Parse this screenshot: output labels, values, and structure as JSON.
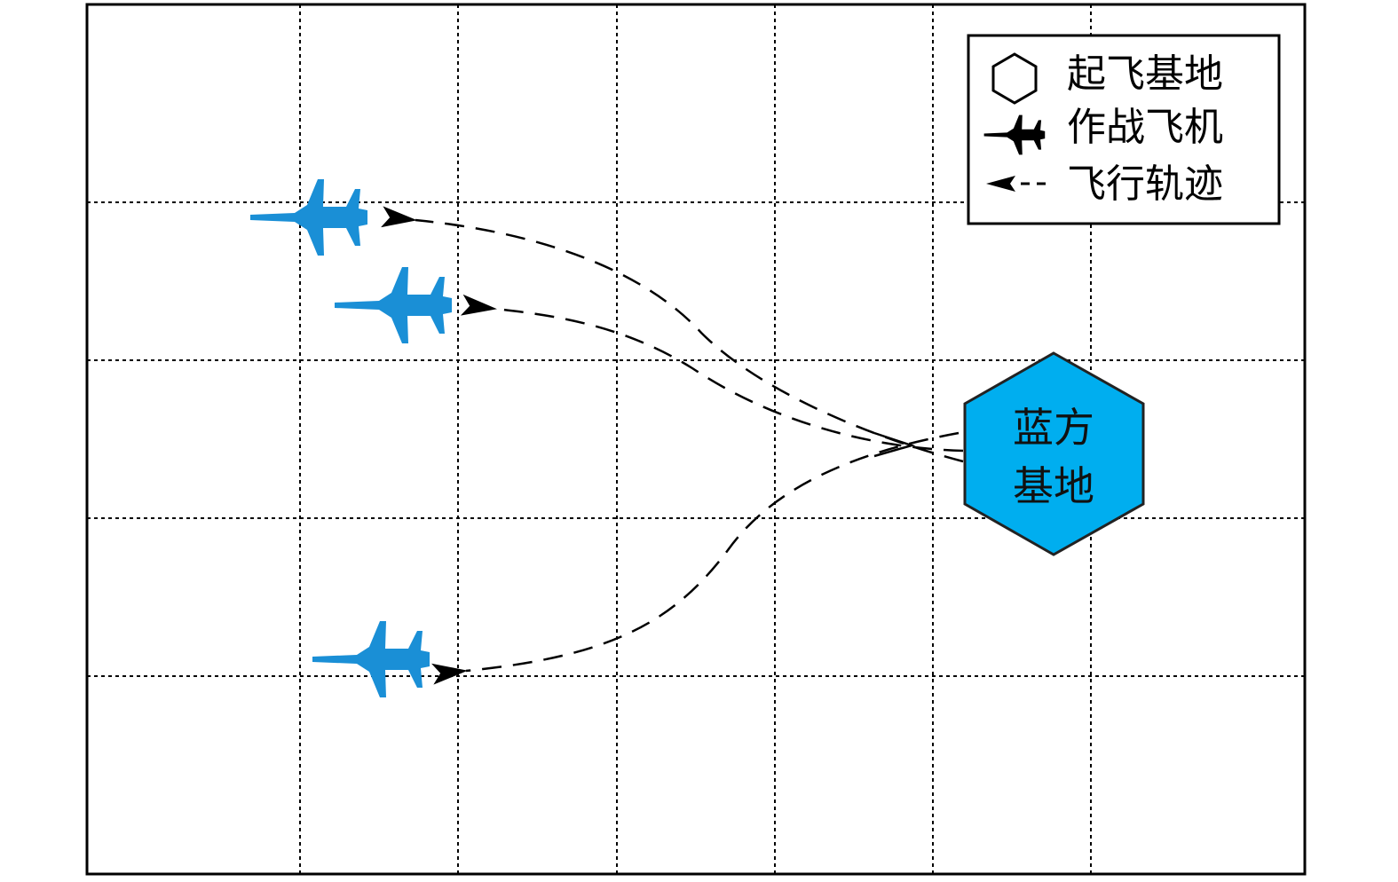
{
  "base": {
    "line1": "蓝方",
    "line2": "基地",
    "fill_color": "#00aeef"
  },
  "legend": {
    "items": [
      {
        "icon": "hexagon-icon",
        "label": "起飞基地"
      },
      {
        "icon": "fighter-jet-icon",
        "label": "作战飞机"
      },
      {
        "icon": "dashed-arrow-icon",
        "label": "飞行轨迹"
      }
    ]
  },
  "aircraft": {
    "count": 3,
    "color": "#1a8fd6"
  },
  "colors": {
    "grid": "#000000",
    "trajectory": "#000000"
  }
}
